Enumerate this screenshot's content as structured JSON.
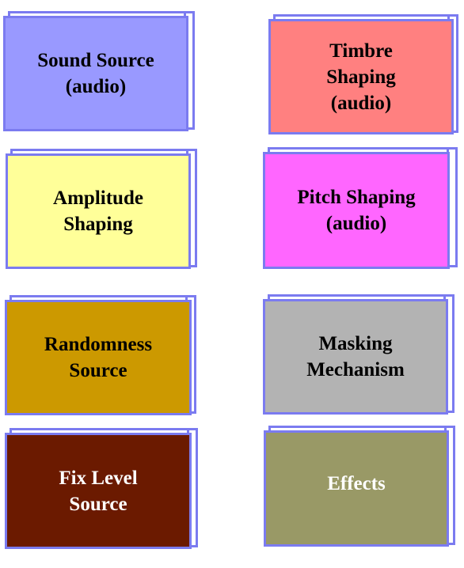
{
  "blocks": [
    {
      "id": "sound-source",
      "lines": [
        "Sound Source",
        "(audio)"
      ],
      "color": "#9999ff",
      "text_color": "#000000"
    },
    {
      "id": "timbre-shaping",
      "lines": [
        "Timbre",
        "Shaping",
        "(audio)"
      ],
      "color": "#ff8080",
      "text_color": "#000000"
    },
    {
      "id": "amplitude-shaping",
      "lines": [
        "Amplitude",
        "Shaping"
      ],
      "color": "#ffff99",
      "text_color": "#000000"
    },
    {
      "id": "pitch-shaping",
      "lines": [
        "Pitch Shaping",
        "(audio)"
      ],
      "color": "#ff66ff",
      "text_color": "#000000"
    },
    {
      "id": "randomness-source",
      "lines": [
        "Randomness",
        "Source"
      ],
      "color": "#cc9900",
      "text_color": "#000000"
    },
    {
      "id": "masking-mechanism",
      "lines": [
        "Masking",
        "Mechanism"
      ],
      "color": "#b3b3b3",
      "text_color": "#000000"
    },
    {
      "id": "fix-level-source",
      "lines": [
        "Fix Level",
        "Source"
      ],
      "color": "#6b1a00",
      "text_color": "#ffffff"
    },
    {
      "id": "effects",
      "lines": [
        "Effects"
      ],
      "color": "#999966",
      "text_color": "#ffffff"
    }
  ]
}
